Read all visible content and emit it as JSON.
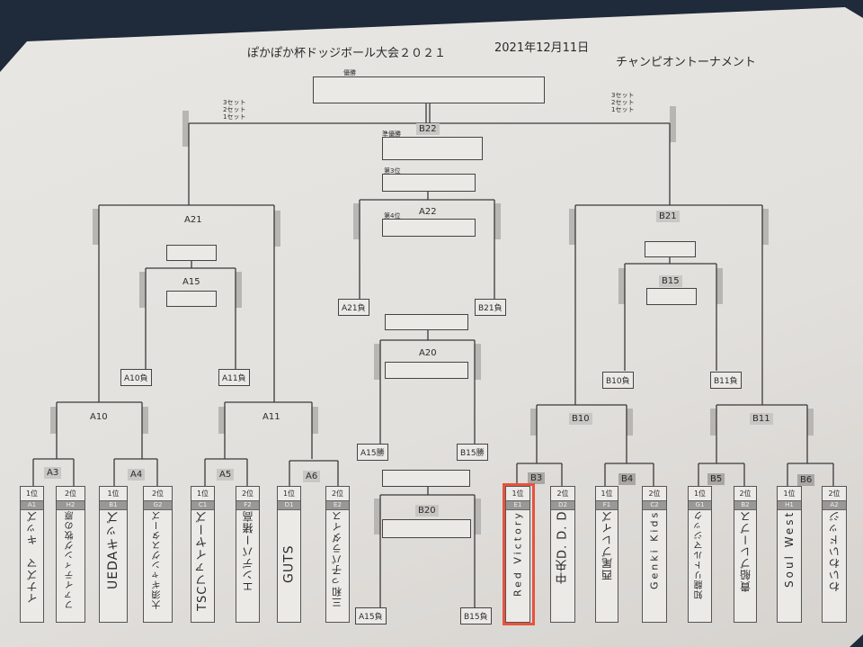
{
  "header": {
    "title": "ぽかぽか杯ドッジボール大会２０２１",
    "date": "2021年12月11日",
    "subtitle": "チャンピオントーナメント"
  },
  "sets": {
    "left": [
      "3セット",
      "2セット",
      "1セット"
    ],
    "right": [
      "3セット",
      "2セット",
      "1セット"
    ]
  },
  "places": {
    "champion": "優勝",
    "runner_up": "準優勝",
    "third": "第3位",
    "fourth": "第4位"
  },
  "matches": {
    "B22": "B22",
    "A22": "A22",
    "A21": "A21",
    "B21": "B21",
    "A15": "A15",
    "B15": "B15",
    "A20": "A20",
    "B20": "B20",
    "A10": "A10",
    "A11": "A11",
    "B10": "B10",
    "B11": "B11",
    "A3": "A3",
    "A4": "A4",
    "A5": "A5",
    "A6": "A6",
    "B3": "B3",
    "B4": "B4",
    "B5": "B5",
    "B6": "B6"
  },
  "results": {
    "a21_lose": "A21負",
    "b21_lose": "B21負",
    "a10_lose": "A10負",
    "a11_lose": "A11負",
    "b10_lose": "B10負",
    "b11_lose": "B11負",
    "a15_win": "A15勝",
    "b15_win": "B15勝",
    "a15_lose": "A15負",
    "b15_lose": "B15負"
  },
  "teams": [
    {
      "rank": "1位",
      "seed": "A1",
      "name": "イナズマ　キッズ"
    },
    {
      "rank": "2位",
      "seed": "H2",
      "name": "ファイティング牧の原"
    },
    {
      "rank": "1位",
      "seed": "B1",
      "name": "UEDAキッズ"
    },
    {
      "rank": "2位",
      "seed": "G2",
      "name": "大須ギャングスターズ"
    },
    {
      "rank": "1位",
      "seed": "C1",
      "name": "TSCファイヤーズ"
    },
    {
      "rank": "2位",
      "seed": "F2",
      "name": "エンデバー猪高"
    },
    {
      "rank": "1位",
      "seed": "D1",
      "name": "GUTS"
    },
    {
      "rank": "2位",
      "seed": "E2",
      "name": "三和っ子パラダイス"
    },
    {
      "rank": "1位",
      "seed": "E1",
      "name": "Red Victory"
    },
    {
      "rank": "2位",
      "seed": "D2",
      "name": "中央D. D. D"
    },
    {
      "rank": "1位",
      "seed": "F1",
      "name": "西尾ブレイズ"
    },
    {
      "rank": "2位",
      "seed": "C2",
      "name": "Genki Kids"
    },
    {
      "rank": "1位",
      "seed": "G1",
      "name": "知龍リトルマジック"
    },
    {
      "rank": "2位",
      "seed": "B2",
      "name": "貴船ブレーブス"
    },
    {
      "rank": "1位",
      "seed": "H1",
      "name": "Soul West"
    },
    {
      "rank": "2位",
      "seed": "A2",
      "name": "わいわいドッジ"
    }
  ],
  "colors": {
    "highlight": "#e8533e",
    "paper": "#e6e4e0",
    "background": "#1f2a3a"
  }
}
